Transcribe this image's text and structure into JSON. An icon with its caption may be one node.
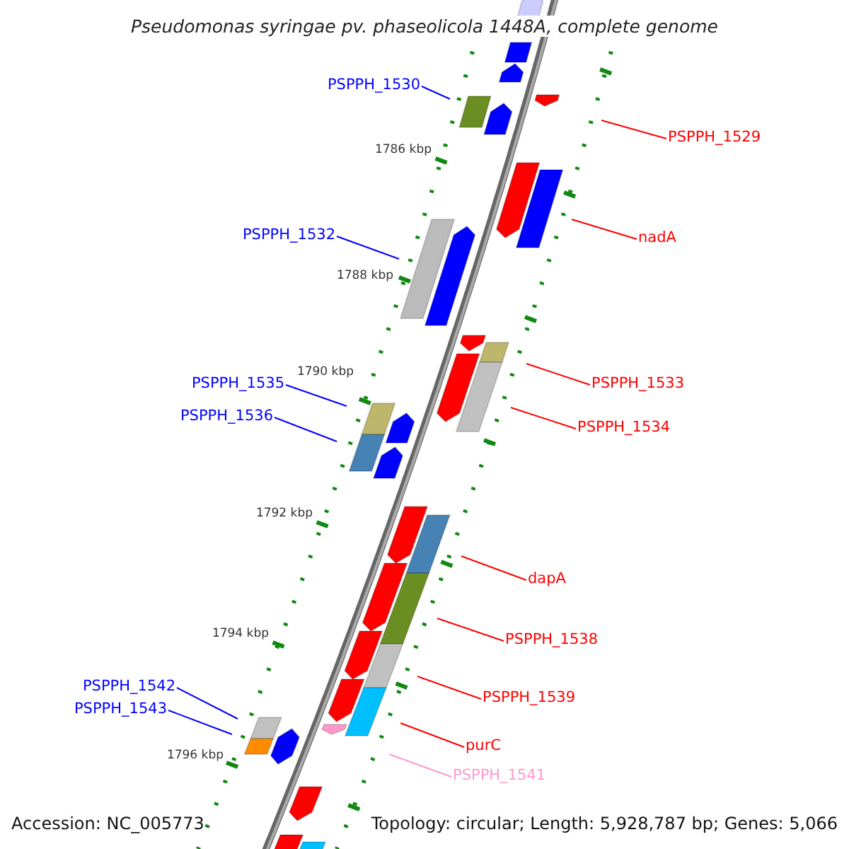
{
  "diagram": {
    "title": "Pseudomonas syringae pv. phaseolicola 1448A, complete genome",
    "nodes": [
      {
        "text": [
          "PSPPH_1530"
        ]
      },
      {
        "text": [
          "PSPPH_1529"
        ]
      },
      {
        "text": [
          "PSPPH_1532"
        ]
      },
      {
        "text": [
          "nadA"
        ]
      },
      {
        "text": [
          "PSPPH_1535"
        ]
      },
      {
        "text": [
          "PSPPH_1533"
        ]
      },
      {
        "text": [
          "PSPPH_1536"
        ]
      },
      {
        "text": [
          "PSPPH_1534"
        ]
      },
      {
        "text": [
          "dapA"
        ]
      },
      {
        "text": [
          "PSPPH_1538"
        ]
      },
      {
        "text": [
          "PSPPH_1542"
        ]
      },
      {
        "text": [
          "PSPPH_1539"
        ]
      },
      {
        "text": [
          "PSPPH_1543"
        ]
      },
      {
        "text": [
          "purC"
        ]
      },
      {
        "text": [
          "PSPPH_1541"
        ]
      }
    ],
    "edges": [
      {
        "from": 0,
        "to": null,
        "arrow": "none",
        "color": "#0000ff"
      },
      {
        "from": 1,
        "to": null,
        "arrow": "none"
      },
      {
        "from": 2,
        "to": null,
        "arrow": "none",
        "color": "#0000ff"
      },
      {
        "from": 3,
        "to": null,
        "arrow": "none"
      },
      {
        "from": 4,
        "to": null,
        "arrow": "none",
        "color": "#0000ff"
      },
      {
        "from": 5,
        "to": null,
        "arrow": "none"
      },
      {
        "from": 6,
        "to": null,
        "arrow": "none",
        "color": "#0000ff"
      },
      {
        "from": 7,
        "to": null,
        "arrow": "none"
      },
      {
        "from": 8,
        "to": null,
        "arrow": "none"
      },
      {
        "from": 9,
        "to": null,
        "arrow": "none"
      },
      {
        "from": 10,
        "to": null,
        "arrow": "none",
        "color": "#0000ff"
      },
      {
        "from": 11,
        "to": null,
        "arrow": "none"
      },
      {
        "from": 12,
        "to": null,
        "arrow": "none",
        "color": "#0000ff"
      },
      {
        "from": 13,
        "to": null,
        "arrow": "none"
      },
      {
        "from": 14,
        "to": null,
        "arrow": "none",
        "color": "#ff99cc"
      }
    ],
    "labels": [
      "1786 kbp",
      "1788 kbp",
      "1790 kbp",
      "1792 kbp",
      "1794 kbp",
      "1796 kbp",
      "Accession: NC_005773",
      "Topology: circular; Length: 5,928,787 bp; Genes: 5,066"
    ]
  }
}
